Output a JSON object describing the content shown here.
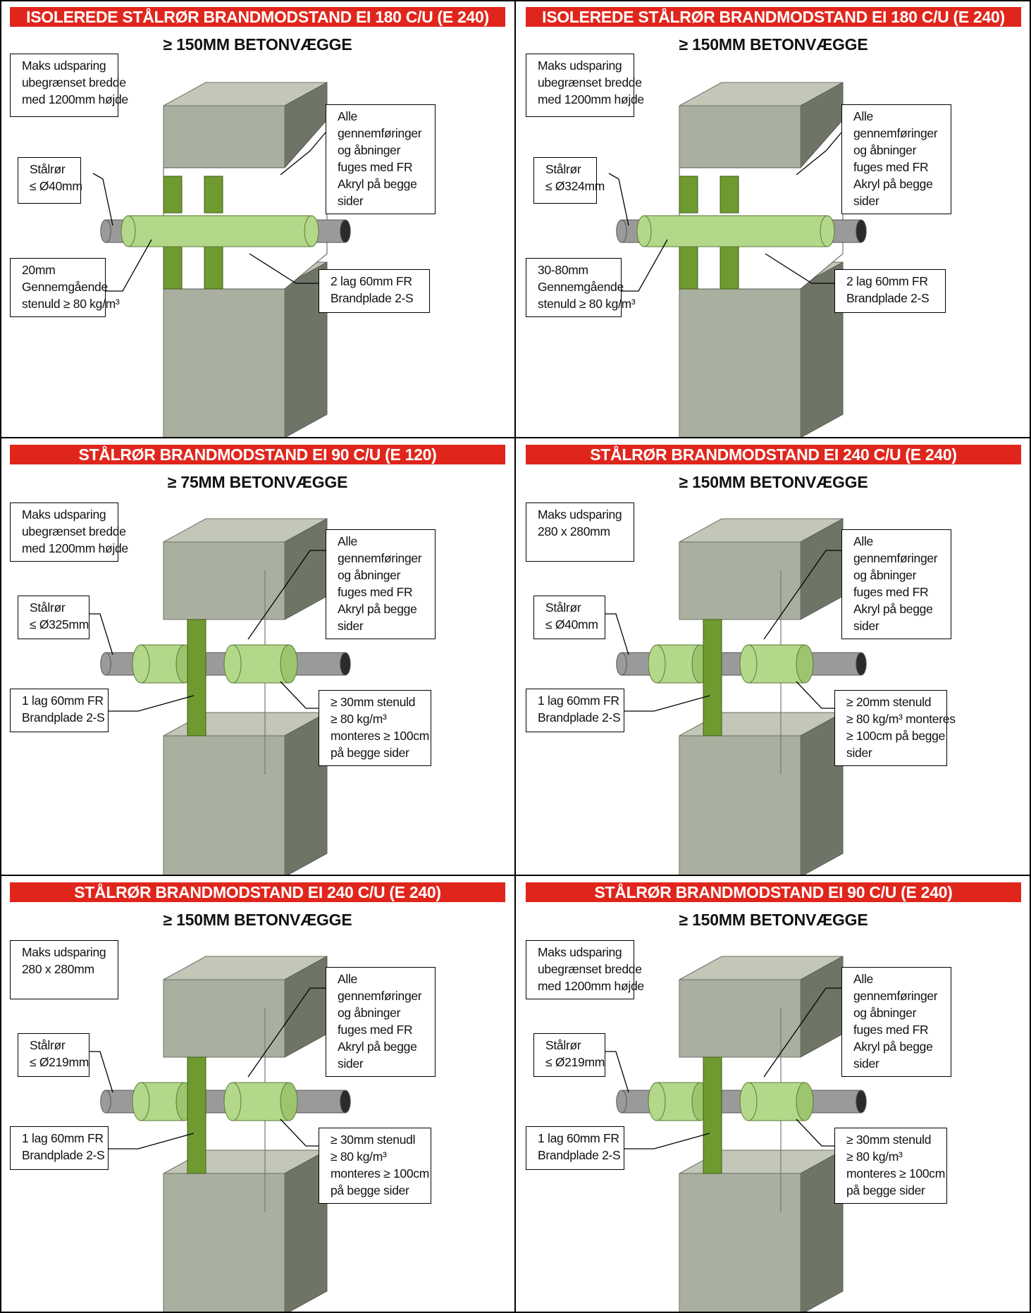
{
  "colors": {
    "title_bar": "#e0261c",
    "concrete_light": "#aab0a0",
    "concrete_dark": "#6f7566",
    "insulation_green": "#b3d88a",
    "stone_wool": "#6f9a30",
    "steel_pipe": "#9a9a9a"
  },
  "panels": [
    {
      "id": "p1",
      "title": "ISOLEREDE STÅLRØR BRANDMODSTAND EI 180 C/U (E 240)",
      "subtitle": "≥ 150MM BETONVÆGGE",
      "variant": "insulated",
      "labels": [
        {
          "key": "opening",
          "lines": [
            "Maks udsparing",
            "ubegrænset bredde",
            "med 1200mm højde"
          ]
        },
        {
          "key": "sealant",
          "lines": [
            "Alle",
            "gennemføringer",
            "og åbninger",
            "fuges med FR",
            "Akryl på begge",
            "sider"
          ]
        },
        {
          "key": "pipe",
          "lines": [
            "Stålrør",
            "≤ Ø40mm"
          ]
        },
        {
          "key": "wool",
          "lines": [
            "20mm",
            "Gennemgående",
            "stenuld ≥ 80 kg/m³"
          ]
        },
        {
          "key": "board",
          "lines": [
            "2 lag 60mm FR",
            "Brandplade 2-S"
          ]
        }
      ]
    },
    {
      "id": "p2",
      "title": "ISOLEREDE STÅLRØR BRANDMODSTAND EI 180 C/U (E 240)",
      "subtitle": "≥ 150MM BETONVÆGGE",
      "variant": "insulated",
      "labels": [
        {
          "key": "opening",
          "lines": [
            "Maks udsparing",
            "ubegrænset bredde",
            "med 1200mm højde"
          ]
        },
        {
          "key": "sealant",
          "lines": [
            "Alle",
            "gennemføringer",
            "og åbninger",
            "fuges med FR",
            "Akryl på begge",
            "sider"
          ]
        },
        {
          "key": "pipe",
          "lines": [
            "Stålrør",
            "≤ Ø324mm"
          ]
        },
        {
          "key": "wool",
          "lines": [
            "30-80mm",
            "Gennemgående",
            "stenuld ≥ 80 kg/m³"
          ]
        },
        {
          "key": "board",
          "lines": [
            "2 lag 60mm FR",
            "Brandplade 2-S"
          ]
        }
      ]
    },
    {
      "id": "p3",
      "title": "STÅLRØR BRANDMODSTAND EI 90 C/U (E 120)",
      "subtitle": "≥ 75MM BETONVÆGGE",
      "variant": "steel",
      "labels": [
        {
          "key": "opening",
          "lines": [
            "Maks udsparing",
            "ubegrænset bredde",
            "med 1200mm højde"
          ]
        },
        {
          "key": "sealant",
          "lines": [
            "Alle",
            "gennemføringer",
            "og åbninger",
            "fuges med FR",
            "Akryl på begge",
            "sider"
          ]
        },
        {
          "key": "pipe",
          "lines": [
            "Stålrør",
            "≤ Ø325mm"
          ]
        },
        {
          "key": "board",
          "lines": [
            "1 lag 60mm FR",
            "Brandplade 2-S"
          ]
        },
        {
          "key": "wool",
          "lines": [
            "≥ 30mm stenuld",
            "≥ 80 kg/m³",
            "monteres ≥ 100cm",
            "på begge sider"
          ]
        }
      ]
    },
    {
      "id": "p4",
      "title": "STÅLRØR BRANDMODSTAND EI 240 C/U (E 240)",
      "subtitle": "≥ 150MM BETONVÆGGE",
      "variant": "steel",
      "labels": [
        {
          "key": "opening",
          "lines": [
            "Maks udsparing",
            "280 x 280mm"
          ]
        },
        {
          "key": "sealant",
          "lines": [
            "Alle",
            "gennemføringer",
            "og åbninger",
            "fuges med FR",
            "Akryl på begge",
            "sider"
          ]
        },
        {
          "key": "pipe",
          "lines": [
            "Stålrør",
            "≤ Ø40mm"
          ]
        },
        {
          "key": "board",
          "lines": [
            "1 lag 60mm FR",
            "Brandplade 2-S"
          ]
        },
        {
          "key": "wool",
          "lines": [
            "≥ 20mm stenuld",
            "≥ 80 kg/m³ monteres",
            "≥ 100cm på begge",
            "sider"
          ]
        }
      ]
    },
    {
      "id": "p5",
      "title": "STÅLRØR BRANDMODSTAND EI 240 C/U (E 240)",
      "subtitle": "≥ 150MM BETONVÆGGE",
      "variant": "steel",
      "labels": [
        {
          "key": "opening",
          "lines": [
            "Maks udsparing",
            "280 x 280mm"
          ]
        },
        {
          "key": "sealant",
          "lines": [
            "Alle",
            "gennemføringer",
            "og åbninger",
            "fuges med FR",
            "Akryl på begge",
            "sider"
          ]
        },
        {
          "key": "pipe",
          "lines": [
            "Stålrør",
            "≤ Ø219mm"
          ]
        },
        {
          "key": "board",
          "lines": [
            "1 lag 60mm FR",
            "Brandplade 2-S"
          ]
        },
        {
          "key": "wool",
          "lines": [
            "≥ 30mm stenudl",
            "≥ 80 kg/m³",
            "monteres ≥ 100cm",
            "på begge sider"
          ]
        }
      ]
    },
    {
      "id": "p6",
      "title": "STÅLRØR BRANDMODSTAND EI 90 C/U (E 240)",
      "subtitle": "≥ 150MM BETONVÆGGE",
      "variant": "steel",
      "labels": [
        {
          "key": "opening",
          "lines": [
            "Maks udsparing",
            "ubegrænset bredde",
            "med 1200mm højde"
          ]
        },
        {
          "key": "sealant",
          "lines": [
            "Alle",
            "gennemføringer",
            "og åbninger",
            "fuges med FR",
            "Akryl på begge",
            "sider"
          ]
        },
        {
          "key": "pipe",
          "lines": [
            "Stålrør",
            "≤ Ø219mm"
          ]
        },
        {
          "key": "board",
          "lines": [
            "1 lag 60mm FR",
            "Brandplade 2-S"
          ]
        },
        {
          "key": "wool",
          "lines": [
            "≥ 30mm stenuld",
            "≥ 80 kg/m³",
            "monteres ≥ 100cm",
            "på begge sider"
          ]
        }
      ]
    }
  ]
}
